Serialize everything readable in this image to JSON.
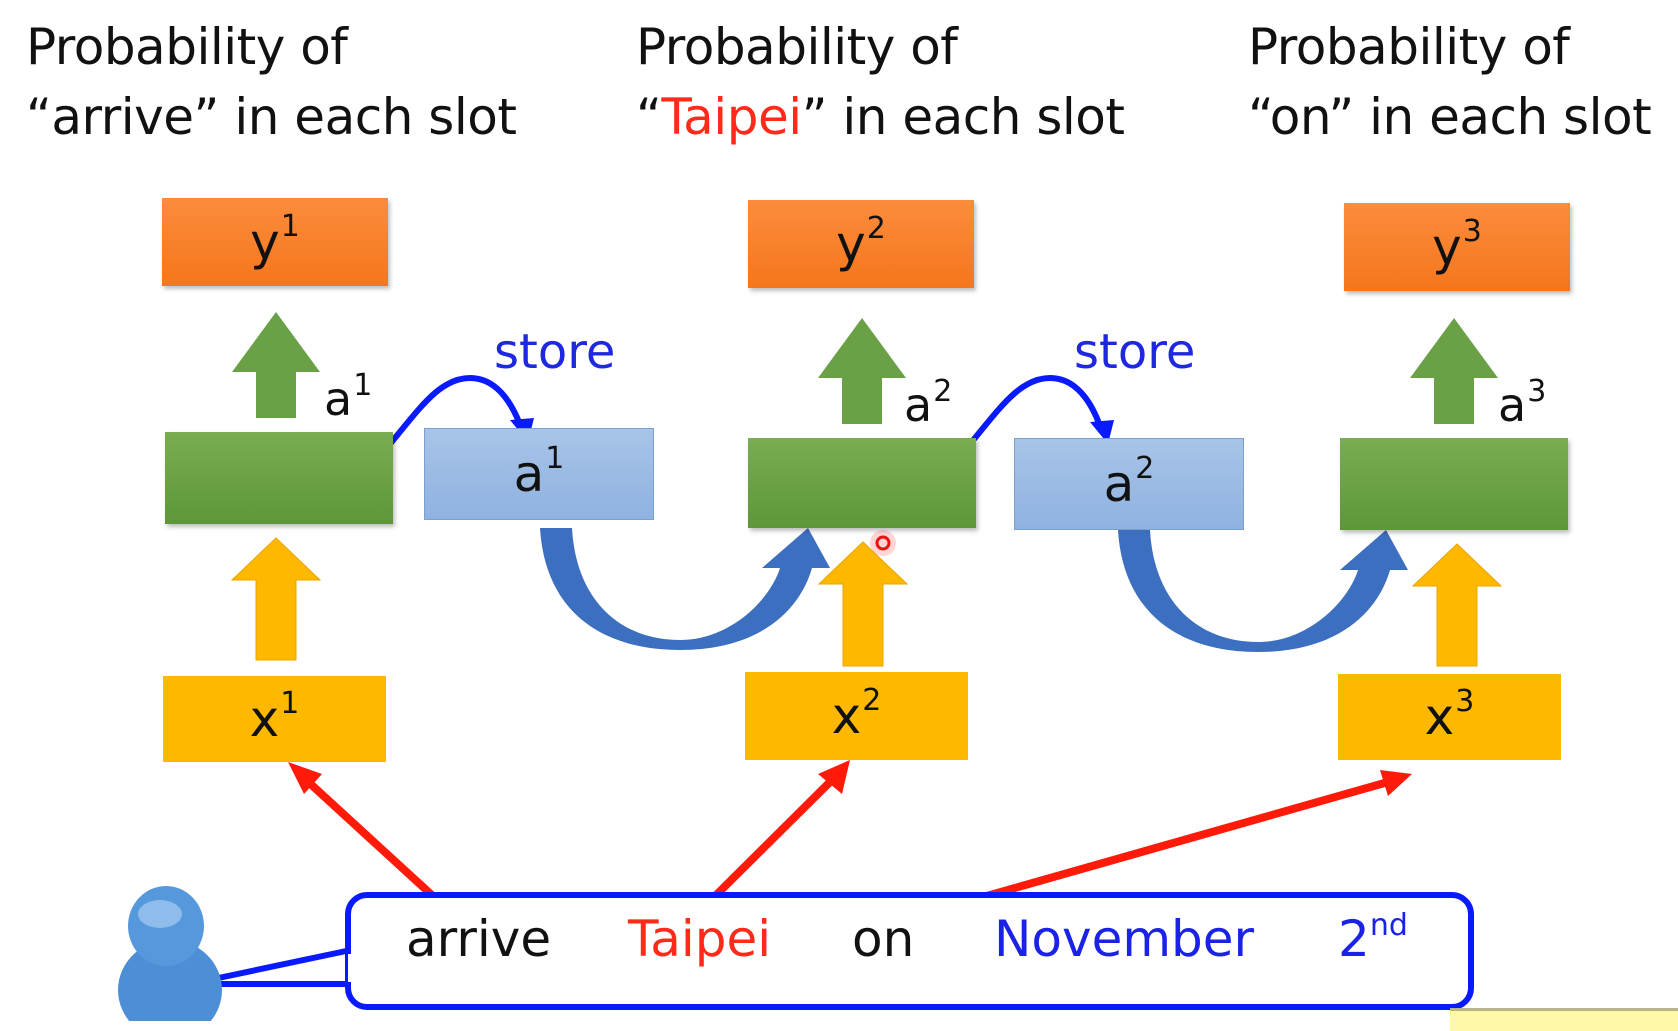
{
  "headings": [
    {
      "prefix": "Probability of",
      "quote_open": "“",
      "word": "arrive",
      "quote_close": "”",
      "suffix": " in each slot",
      "highlight": false
    },
    {
      "prefix": "Probability of",
      "quote_open": "“",
      "word": "Taipei",
      "quote_close": "”",
      "suffix": " in each slot",
      "highlight": true
    },
    {
      "prefix": "Probability of",
      "quote_open": "“",
      "word": "on",
      "quote_close": "”",
      "suffix": " in each slot",
      "highlight": false
    }
  ],
  "outputs": [
    {
      "base": "y",
      "sup": "1"
    },
    {
      "base": "y",
      "sup": "2"
    },
    {
      "base": "y",
      "sup": "3"
    }
  ],
  "hidden_labels": [
    {
      "base": "a",
      "sup": "1"
    },
    {
      "base": "a",
      "sup": "2"
    },
    {
      "base": "a",
      "sup": "3"
    }
  ],
  "memory": [
    {
      "base": "a",
      "sup": "1"
    },
    {
      "base": "a",
      "sup": "2"
    }
  ],
  "store_label": "store",
  "inputs": [
    {
      "base": "x",
      "sup": "1"
    },
    {
      "base": "x",
      "sup": "2"
    },
    {
      "base": "x",
      "sup": "3"
    }
  ],
  "sentence": [
    {
      "text": "arrive",
      "color": "#111111"
    },
    {
      "text": "Taipei",
      "color": "#ff2a1a"
    },
    {
      "text": "on",
      "color": "#111111"
    },
    {
      "text": "November",
      "color": "#1a22e8"
    },
    {
      "text": "2",
      "sup": "nd",
      "color": "#1a22e8"
    }
  ],
  "colors": {
    "output": "#f57a22",
    "hidden": "#6aa146",
    "input": "#ffb800",
    "memory": "#9dbce5",
    "store": "#1e28e0",
    "highlight": "#ff2a1a",
    "input_link": "#ff1a0a",
    "recurrent_arrow": "#3d6fc0"
  }
}
